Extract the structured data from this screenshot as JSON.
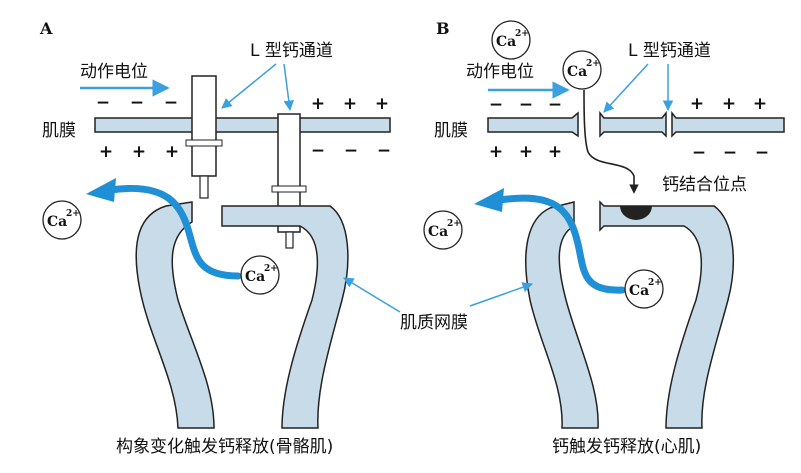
{
  "panels": {
    "a": {
      "letter": "A",
      "action_potential": "动作电位",
      "channel_label": "L 型钙通道",
      "membrane_label": "肌膜",
      "charges_top": [
        "−",
        "−",
        "−",
        "+",
        "+",
        "+"
      ],
      "charges_bottom": [
        "+",
        "+",
        "+",
        "−",
        "−",
        "−"
      ],
      "caption": "构象变化触发钙释放(骨骼肌)"
    },
    "b": {
      "letter": "B",
      "action_potential": "动作电位",
      "channel_label": "L 型钙通道",
      "membrane_label": "肌膜",
      "binding_site": "钙结合位点",
      "charges_top": [
        "−",
        "−",
        "−",
        "+",
        "+",
        "+"
      ],
      "charges_bottom": [
        "+",
        "+",
        "+",
        "−",
        "−",
        "−"
      ],
      "caption": "钙触发钙释放(心肌)"
    }
  },
  "shared": {
    "sr_label": "肌质网膜",
    "ion_main": "Ca",
    "ion_sup": "2+"
  },
  "colors": {
    "membrane_fill": "#c8dbe8",
    "outline": "#222222",
    "arrow_blue": "#1f8fd6",
    "pointer_blue": "#3aa0e0",
    "binding_site": "#222222"
  }
}
